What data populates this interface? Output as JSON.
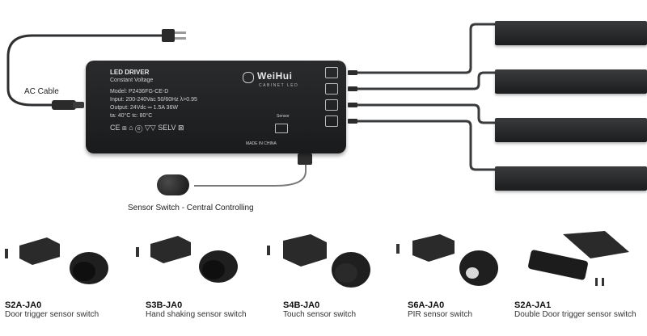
{
  "labels": {
    "ac_cable": "AC Cable",
    "sensor_switch": "Sensor Switch - Central Controlling"
  },
  "driver": {
    "title": "LED DRIVER",
    "subtitle": "Constant Voltage",
    "model": "Model: P2436FG-CE-D",
    "input": "Input: 200-240Vac  50/60Hz  λ>0.95",
    "output": "Output: 24Vdc ═ 1.5A  36W",
    "temps": "ta: 40°C   tc: 80°C",
    "marks": "CE ⧈ ⌂ ⓔ ▽▽ SELV ⊠",
    "made_in": "MADE IN CHINA",
    "sensor_port": "Sensor",
    "brand": "WeiHui",
    "brand_sub": "CABINET LED"
  },
  "products": [
    {
      "code": "S2A-JA0",
      "name": "Door trigger sensor switch"
    },
    {
      "code": "S3B-JA0",
      "name": "Hand shaking sensor switch"
    },
    {
      "code": "S4B-JA0",
      "name": "Touch sensor switch"
    },
    {
      "code": "S6A-JA0",
      "name": "PIR sensor switch"
    },
    {
      "code": "S2A-JA1",
      "name": "Double Door trigger sensor switch"
    }
  ],
  "colors": {
    "body": "#1e1f20",
    "cable": "#2e2f31",
    "text": "#222222"
  }
}
